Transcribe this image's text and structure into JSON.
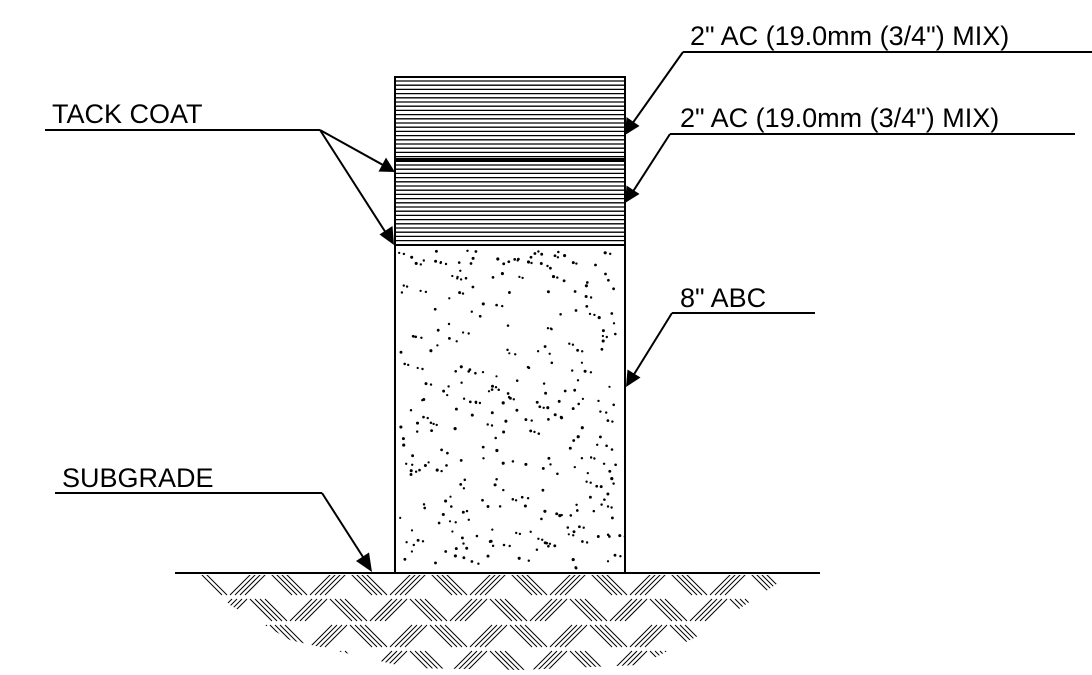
{
  "diagram": {
    "labels": {
      "surface_course": "2\" AC (19.0mm (3/4\") MIX)",
      "intermediate_course": "2\" AC (19.0mm (3/4\") MIX)",
      "tack_coat": "TACK COAT",
      "base_course": "8\" ABC",
      "subgrade": "SUBGRADE"
    },
    "colors": {
      "ink": "#000000",
      "background": "#ffffff"
    }
  }
}
